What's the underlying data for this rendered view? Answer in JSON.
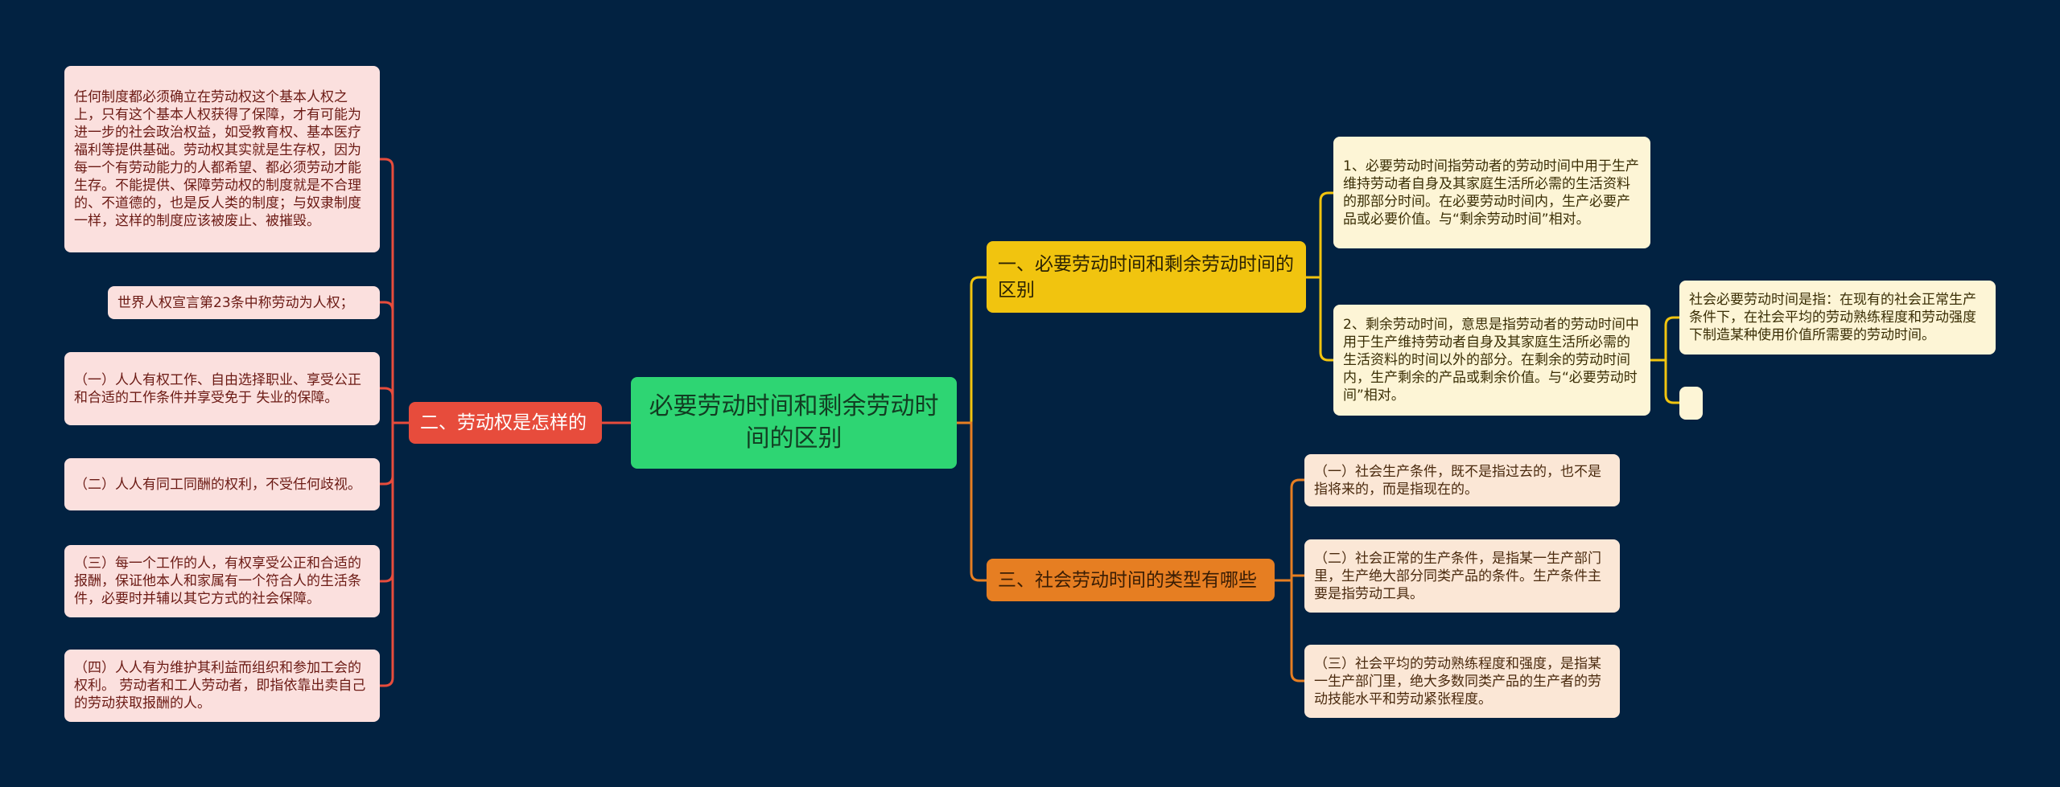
{
  "root": {
    "label": "必要劳动时间和剩余劳动时间的区别"
  },
  "left_branch": {
    "label": "二、劳动权是怎样的",
    "items": [
      "任何制度都必须确立在劳动权这个基本人权之上，只有这个基本人权获得了保障，才有可能为进一步的社会政治权益，如受教育权、基本医疗福利等提供基础。劳动权其实就是生存权，因为每一个有劳动能力的人都希望、都必须劳动才能生存。不能提供、保障劳动权的制度就是不合理的、不道德的，也是反人类的制度；与奴隶制度一样，这样的制度应该被废止、被摧毁。",
      "世界人权宣言第23条中称劳动为人权；",
      "（一）人人有权工作、自由选择职业、享受公正和合适的工作条件并享受免于 失业的保障。",
      "（二）人人有同工同酬的权利，不受任何歧视。",
      "（三）每一个工作的人，有权享受公正和合适的报酬，保证他本人和家属有一个符合人的生活条件，必要时并辅以其它方式的社会保障。",
      "（四）人人有为维护其利益而组织和参加工会的权利。 劳动者和工人劳动者，即指依靠出卖自己的劳动获取报酬的人。"
    ]
  },
  "right_branch_1": {
    "label": "一、必要劳动时间和剩余劳动时间的区别",
    "items": [
      "1、必要劳动时间指劳动者的劳动时间中用于生产维持劳动者自身及其家庭生活所必需的生活资料的那部分时间。在必要劳动时间内，生产必要产品或必要价值。与“剩余劳动时间”相对。",
      "2、剩余劳动时间，意思是指劳动者的劳动时间中用于生产维持劳动者自身及其家庭生活所必需的生活资料的时间以外的部分。在剩余的劳动时间内，生产剩余的产品或剩余价值。与“必要劳动时间”相对。"
    ],
    "sub_items": [
      "社会必要劳动时间是指：在现有的社会正常生产条件下，在社会平均的劳动熟练程度和劳动强度下制造某种使用价值所需要的劳动时间。",
      ""
    ]
  },
  "right_branch_2": {
    "label": "三、社会劳动时间的类型有哪些",
    "items": [
      "（一）社会生产条件，既不是指过去的，也不是指将来的，而是指现在的。",
      "（二）社会正常的生产条件，是指某一生产部门里，生产绝大部分同类产品的条件。生产条件主要是指劳动工具。",
      "（三）社会平均的劳动熟练程度和强度，是指某一生产部门里，绝大多数同类产品的生产者的劳动技能水平和劳动紧张程度。"
    ]
  },
  "colors": {
    "background": "#022241",
    "root": "#2ed573",
    "left": "#e74c3c",
    "right1": "#f1c40f",
    "right2": "#e67e22"
  }
}
